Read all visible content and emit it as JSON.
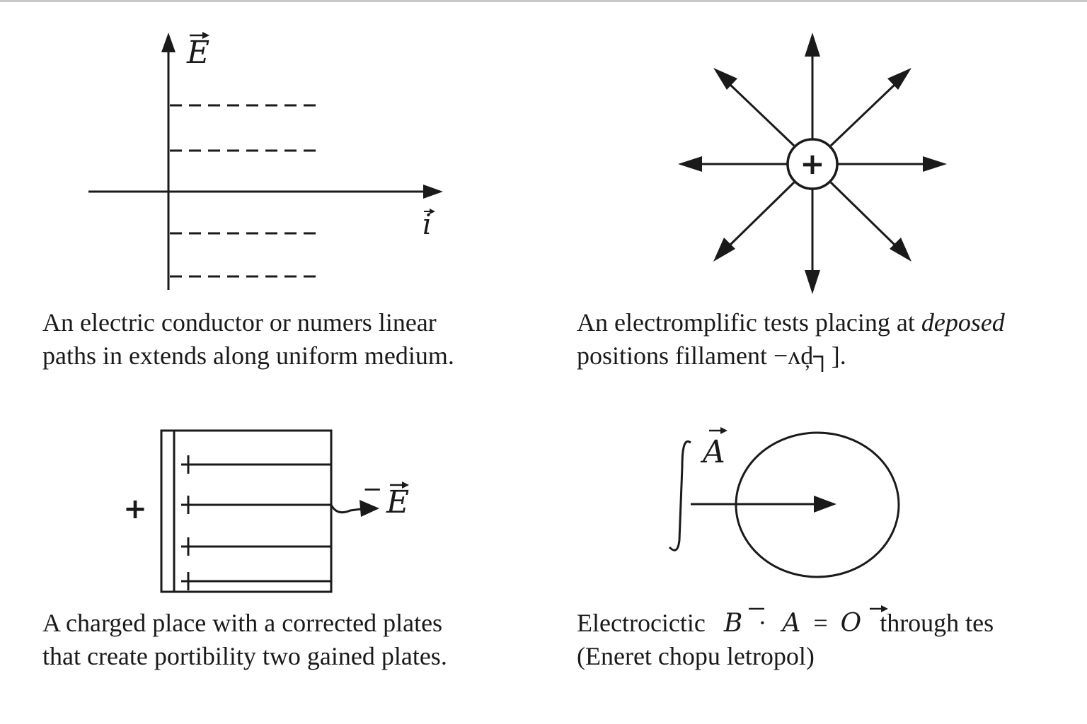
{
  "panel1": {
    "axis_y_label": "E",
    "axis_x_label": "i",
    "caption": [
      "An electric conductor or numers linear",
      "paths in extends along uniform medium."
    ]
  },
  "panel2": {
    "charge": "+",
    "caption_line1_plain": "An electromplific tests placing at ",
    "caption_line1_italic": "deposed",
    "caption_line2": "positions fillament −ʌḑ┐].",
    "colors": {
      "stroke": "#1a1a1a"
    }
  },
  "panel3": {
    "outer_charge": "+",
    "field_label_sign": "−",
    "field_label": "E",
    "caption": [
      "A charged place with a corrected plates",
      "that create portibility two gained plates."
    ]
  },
  "panel4": {
    "integral": "∫",
    "vector_label": "A",
    "caption_line1_start": "Electrocictic",
    "caption_line1_B": "B",
    "caption_line1_dot": "·",
    "caption_line1_A": "A",
    "caption_line1_eq": "=",
    "caption_line1_O": "O",
    "caption_line1_end": "through  tes",
    "caption_line2": "(Eneret chopu letropol)"
  }
}
